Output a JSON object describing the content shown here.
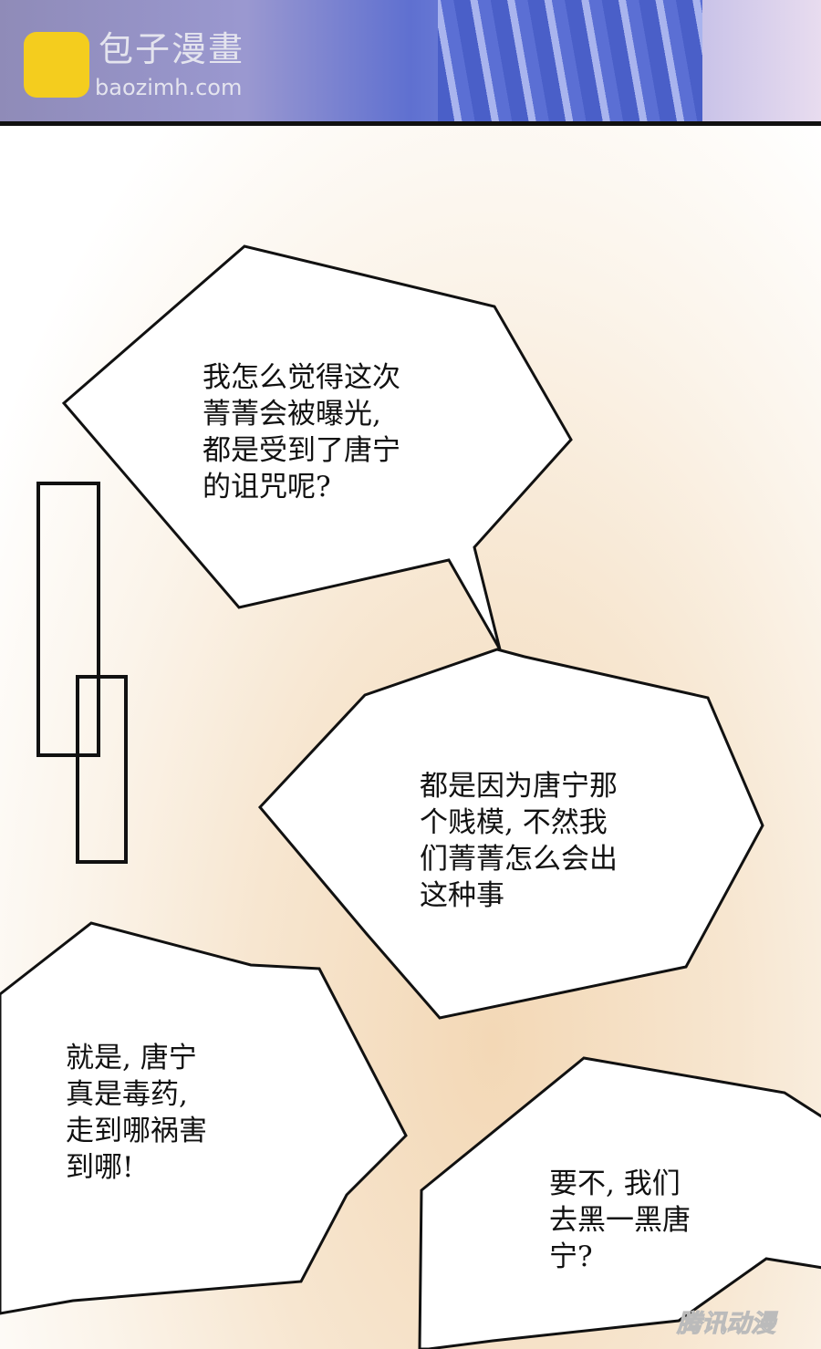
{
  "watermark_top": {
    "name_cn": "包子漫畫",
    "url": "baozimh.com",
    "logo_color": "#f4cd1e"
  },
  "watermark_bottom": "腾讯动漫",
  "bubbles": [
    {
      "text": "我怎么觉得这次\n菁菁会被曝光,\n都是受到了唐宁\n的诅咒呢?"
    },
    {
      "text": "都是因为唐宁那\n个贱模, 不然我\n们菁菁怎么会出\n这种事"
    },
    {
      "text": "就是, 唐宁\n真是毒药,\n走到哪祸害\n到哪!"
    },
    {
      "text": "要不, 我们\n去黑一黑唐\n宁?"
    }
  ]
}
